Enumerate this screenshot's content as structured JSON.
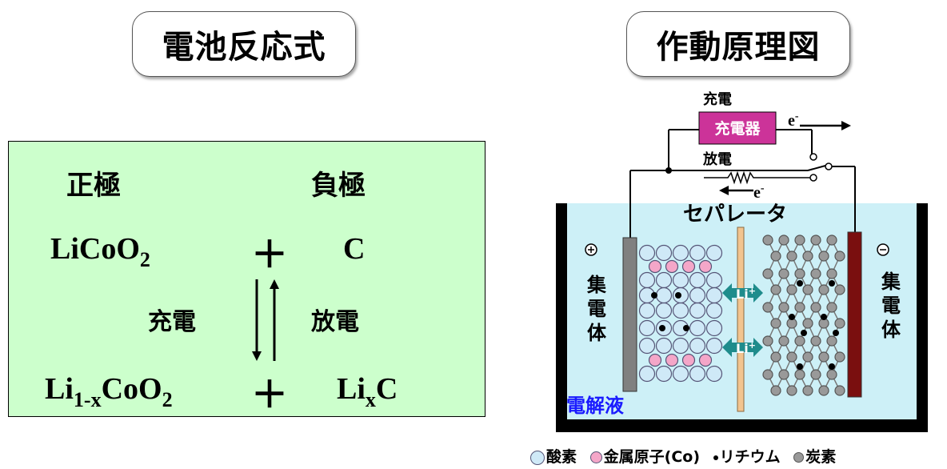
{
  "left_title": "電池反応式",
  "right_title": "作動原理図",
  "reaction": {
    "positive_label": "正極",
    "negative_label": "負極",
    "row1_left": "LiCoO",
    "row1_left_sub": "2",
    "plus": "＋",
    "row1_right": "C",
    "charge_label": "充電",
    "discharge_label": "放電",
    "row2_left_a": "Li",
    "row2_left_sub1": "1-x",
    "row2_left_b": "CoO",
    "row2_left_sub2": "2",
    "row2_right_a": "Li",
    "row2_right_sub": "x",
    "row2_right_b": "C"
  },
  "diagram": {
    "charge_top": "充電",
    "charger": "充電器",
    "electron": "e",
    "electron_sup": "-",
    "discharge": "放電",
    "separator": "セパレータ",
    "plus_symbol": "+",
    "minus_symbol": "−",
    "collector": "集電体",
    "li_ion": "Li",
    "li_sup": "+",
    "electrolyte": "電解液",
    "colors": {
      "electrolyte": "#cdf0f7",
      "charger": "#cc3399",
      "separator": "#f2c48f",
      "cathode_collector": "#808080",
      "anode_collector": "#7a0f0f",
      "oxygen": "#cfe9f7",
      "metal": "#f4a6c8",
      "carbon": "#999999",
      "li_arrow": "#1f8c8c",
      "electrolyte_text": "#1a1aff"
    }
  },
  "legend": {
    "oxygen": "酸素",
    "metal": "金属原子(Co)",
    "lithium": "リチウム",
    "carbon": "炭素"
  }
}
